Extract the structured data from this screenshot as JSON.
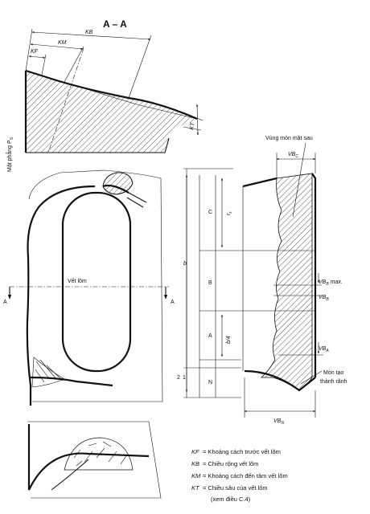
{
  "section_title": "A – A",
  "top_dims": {
    "kb": "KB",
    "km": "KM",
    "kf": "KF",
    "kt": "KT"
  },
  "plane_label": "Mặt phẳng P",
  "plane_sub": "S",
  "crater_label": "Vết lõm",
  "section_marks": {
    "left": "A",
    "right": "A"
  },
  "flank_zone_label": "Vùng mòn mặt sau",
  "vb_labels": {
    "vbc": "VB",
    "vbc_sub": "C",
    "vbb_max": "VB",
    "vbb_max_sub": "B",
    "vbb_max_suffix": " max.",
    "vbb": "VB",
    "vbb_sub": "B",
    "vba": "VB",
    "vba_sub": "A",
    "vbn": "VB",
    "vbn_sub": "N"
  },
  "notch_label_1": "Mòn tạo",
  "notch_label_2": "thành rãnh",
  "zones": {
    "c": "C",
    "b": "B",
    "a": "A",
    "n": "N"
  },
  "zone_dims": {
    "b": "b",
    "re": "r",
    "re_sub": "ε",
    "b4": "b/4",
    "two": "2",
    "one": "1"
  },
  "legend": [
    {
      "key": "KF",
      "text": "= Khoảng cách trước vết lõm"
    },
    {
      "key": "KB",
      "text": "= Chiều rộng vết lõm"
    },
    {
      "key": "KM",
      "text": "= Khoảng cách đến tâm vết lõm"
    },
    {
      "key": "KT",
      "text": "= Chiều sâu của vết lõm"
    }
  ],
  "legend_note": "(xem điều C.4)"
}
